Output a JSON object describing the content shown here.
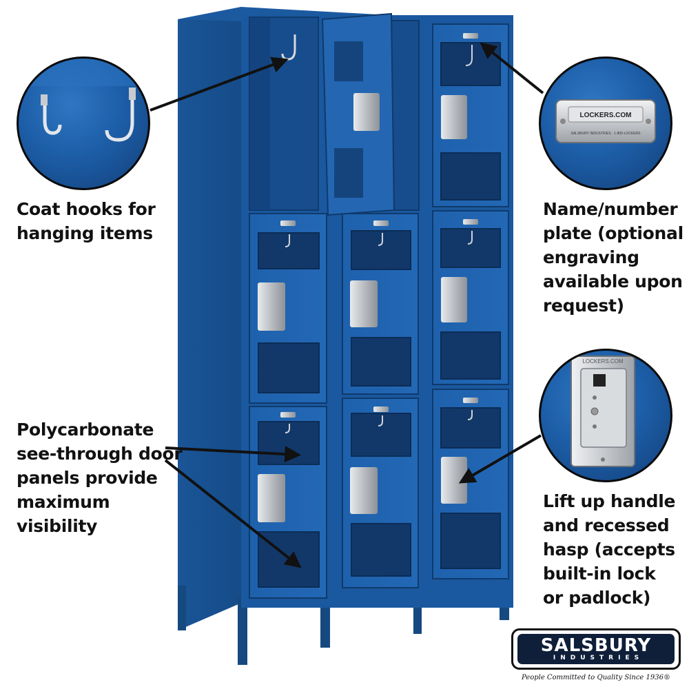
{
  "callouts": {
    "coat_hooks": [
      "Coat hooks for",
      "hanging items"
    ],
    "polycarbonate": [
      "Polycarbonate",
      "see-through door",
      "panels provide",
      "maximum",
      "visibility"
    ],
    "name_plate": [
      "Name/number",
      "plate (optional",
      "engraving",
      "available upon",
      "request)"
    ],
    "handle": [
      "Lift up handle",
      "and recessed",
      "hasp (accepts",
      "built-in lock",
      "or padlock)"
    ]
  },
  "plate": {
    "brand": "LOCKERS.COM",
    "fine_print": "SALSBURY INDUSTRIES · 1-800-LOCKERS"
  },
  "handle_plate_text": "LOCKERS.COM",
  "logo": {
    "name": "SALSBURY",
    "subtitle": "INDUSTRIES",
    "tagline": "People Committed to Quality Since 1936®"
  },
  "colors": {
    "locker_blue": "#1d5ea8",
    "locker_dark": "#123f78",
    "steel": "#c9ccd0"
  }
}
